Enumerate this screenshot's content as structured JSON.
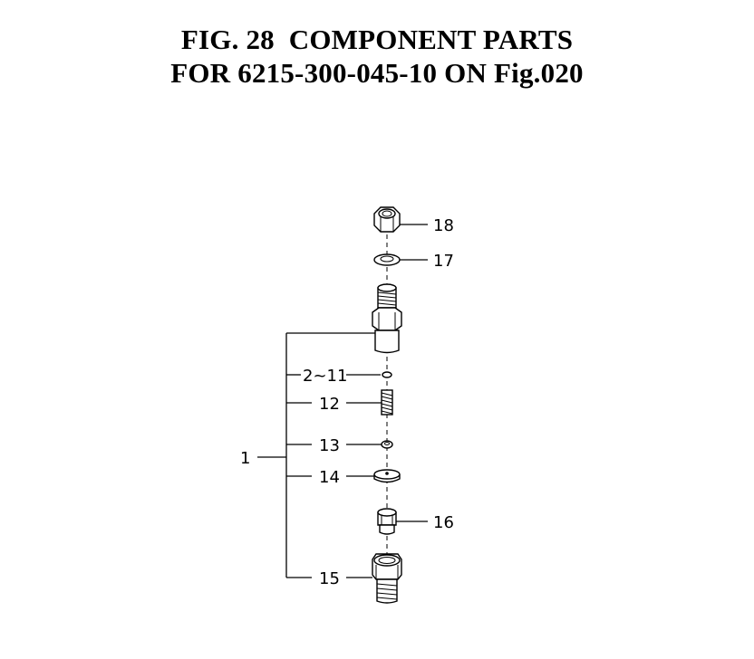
{
  "figure": {
    "title_line1": "FIG. 28  COMPONENT PARTS",
    "title_line2": "FOR 6215-300-045-10 ON Fig.020"
  },
  "callouts": {
    "c1": "1",
    "c2_11": "2~11",
    "c12": "12",
    "c13": "13",
    "c14": "14",
    "c15": "15",
    "c16": "16",
    "c17": "17",
    "c18": "18"
  }
}
